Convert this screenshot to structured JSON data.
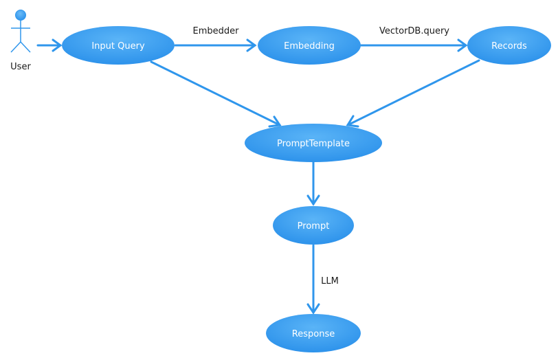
{
  "colors": {
    "node_fill": "#2f96ec",
    "node_fill_light": "#54aff5",
    "edge": "#2f96ec",
    "actor": "#2f96ec",
    "edge_label_text": "#1a1a1a",
    "node_text": "#ffffff"
  },
  "actor": {
    "label": "User",
    "icon": "stick-figure-icon"
  },
  "nodes": {
    "input_query": "Input Query",
    "embedding": "Embedding",
    "records": "Records",
    "prompt_template": "PromptTemplate",
    "prompt": "Prompt",
    "response": "Response"
  },
  "edges": {
    "embedder": "Embedder",
    "vectordb_query": "VectorDB.query",
    "llm": "LLM"
  }
}
